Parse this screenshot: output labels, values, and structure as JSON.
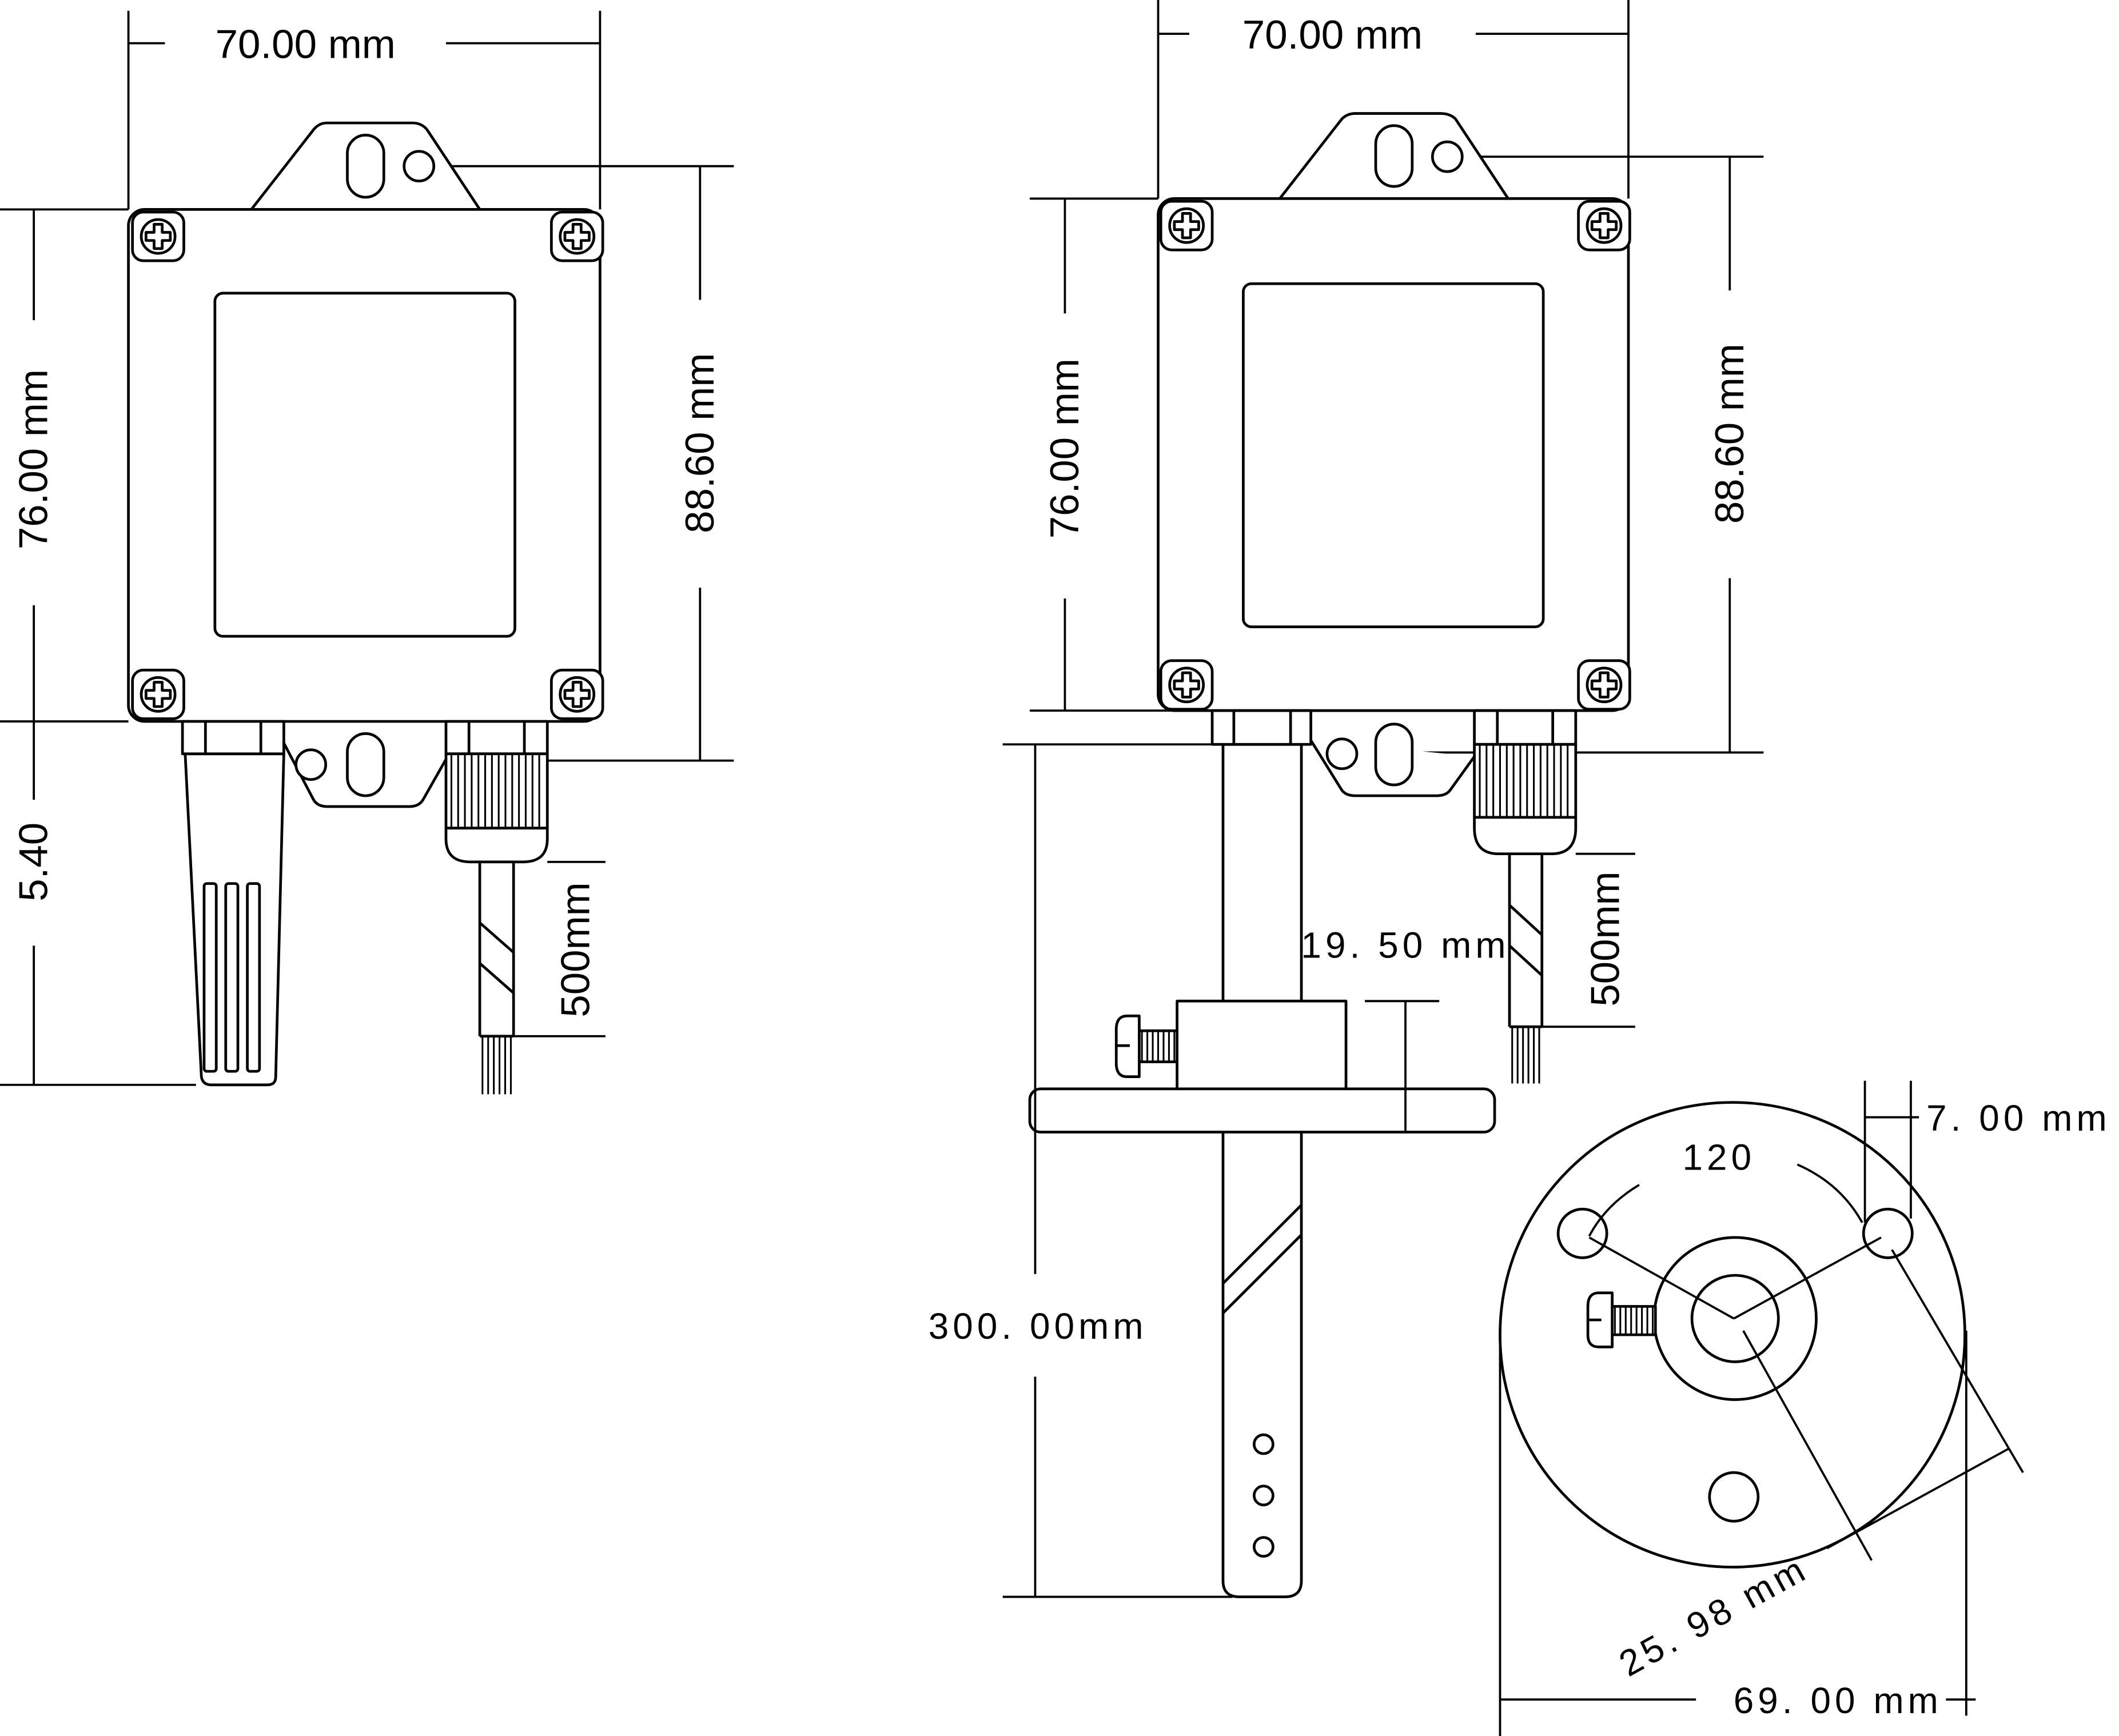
{
  "colors": {
    "line": "#000000",
    "background": "#ffffff"
  },
  "left_view": {
    "width_label": "70.00 mm",
    "body_height_label": "76.00 mm",
    "total_height_label": "88.60 mm",
    "probe_label": "5.40",
    "cable_label": "500mm"
  },
  "right_view": {
    "width_label": "70.00 mm",
    "body_height_label": "76.00 mm",
    "total_height_label": "88.60 mm",
    "clamp_label": "19. 50 mm",
    "stem_label": "300. 00mm",
    "cable_label": "500mm"
  },
  "flange_view": {
    "hole_offset_label": "7. 00 mm",
    "angle_label": "120",
    "hole_distance_label": "25. 98 mm",
    "diameter_label": "69. 00 mm"
  }
}
